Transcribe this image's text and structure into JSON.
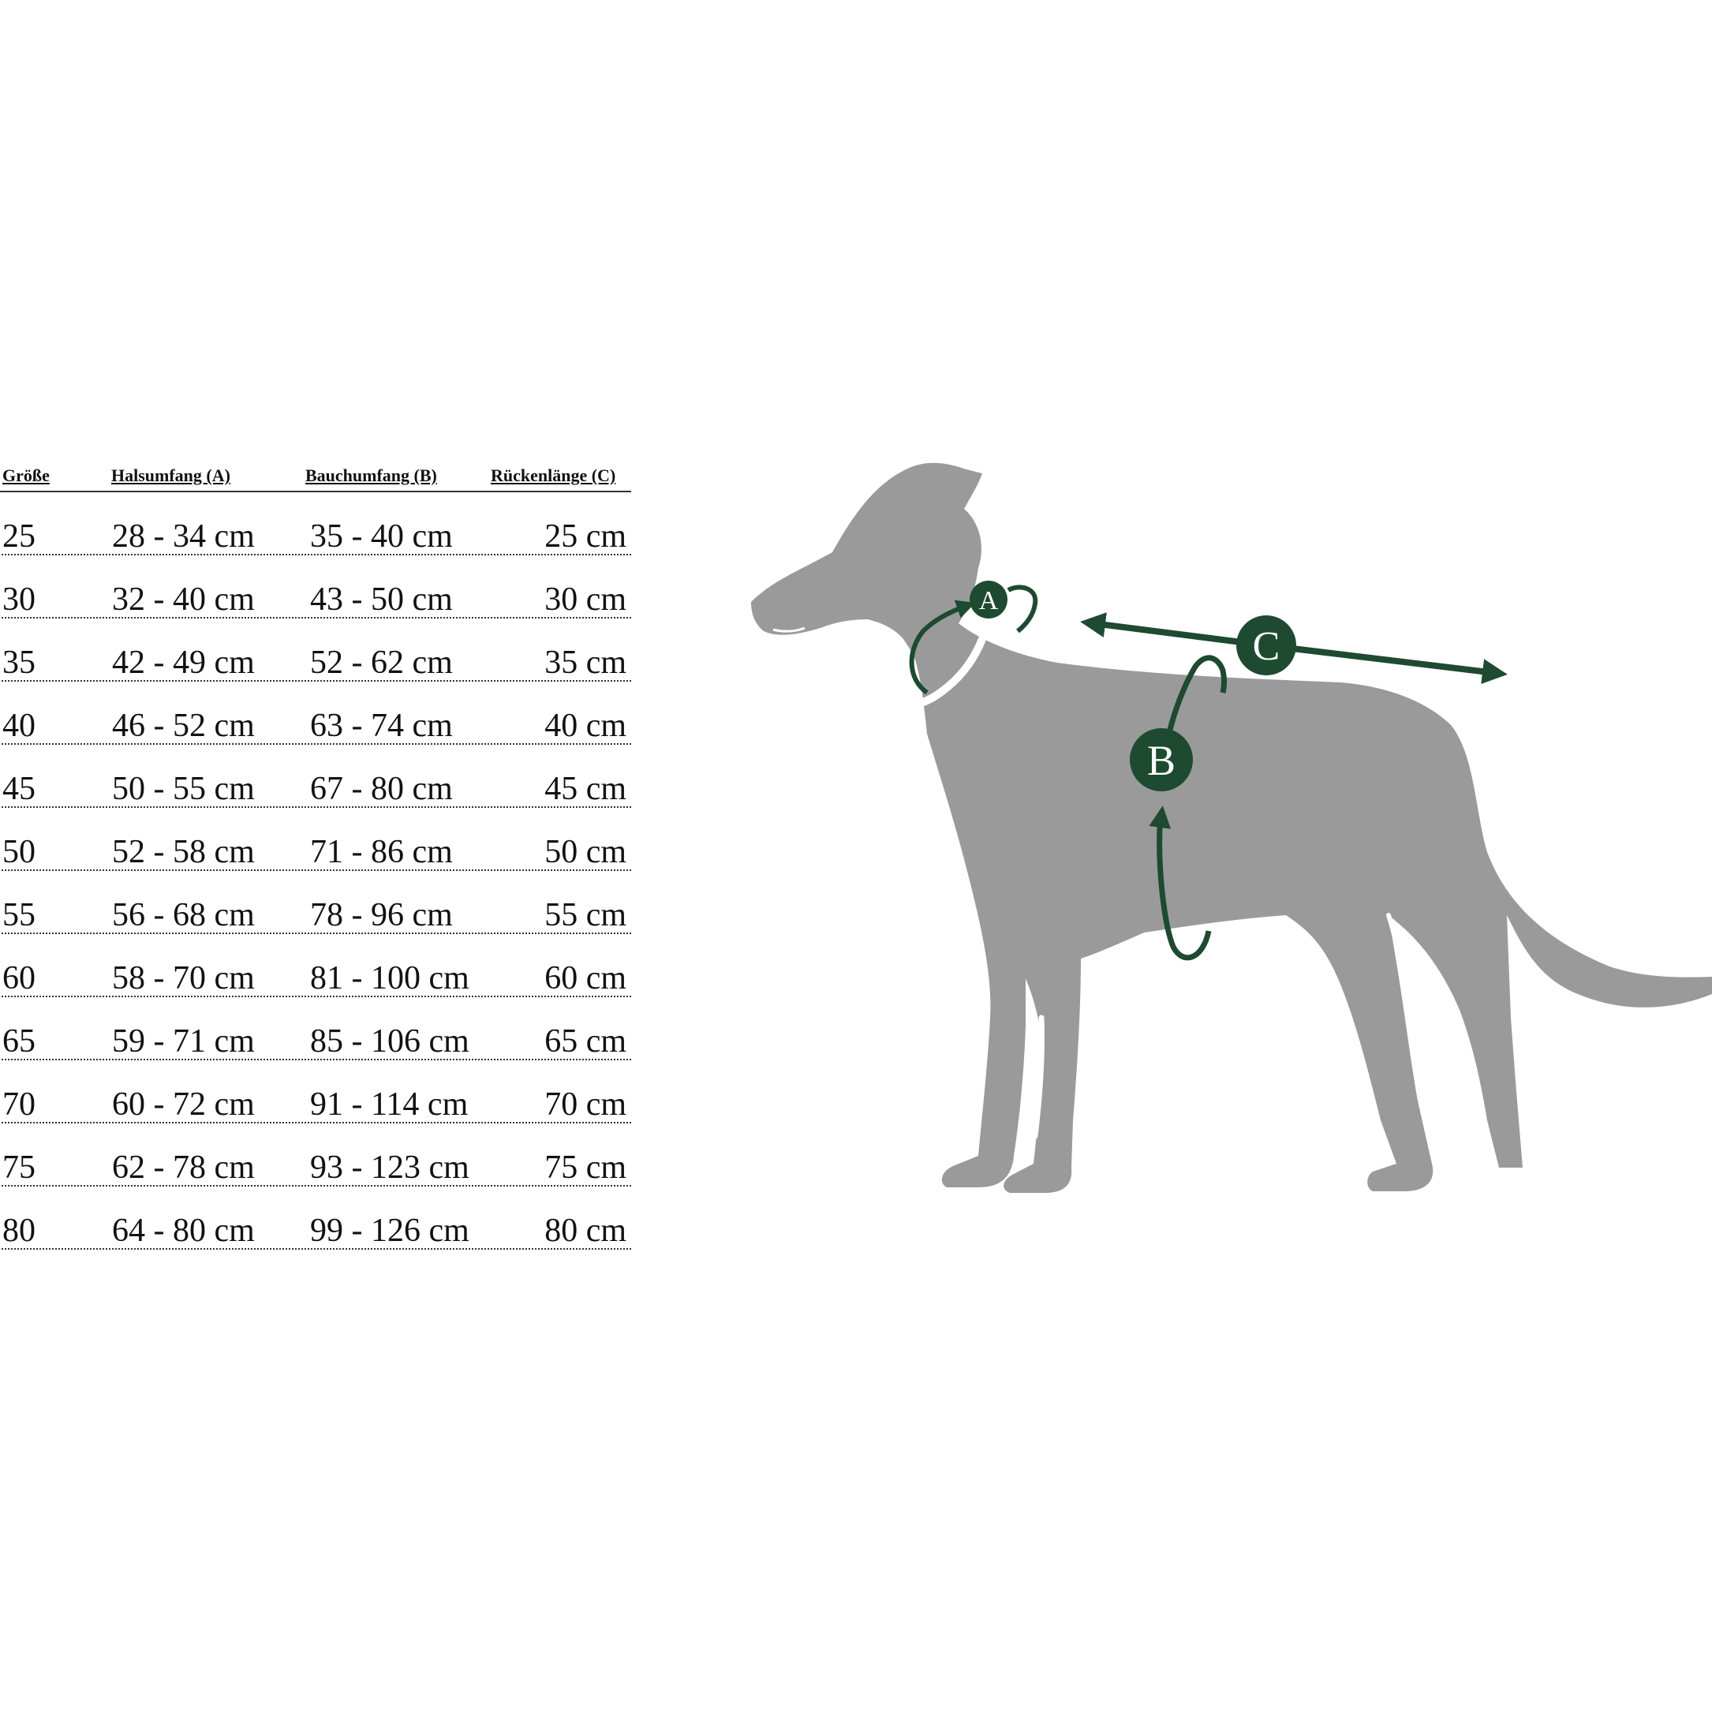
{
  "table": {
    "headers": [
      "Größe",
      "Halsumfang (A)",
      "Bauchumfang (B)",
      "Rückenlänge (C)"
    ],
    "rows": [
      [
        "25",
        "28 - 34 cm",
        "35 - 40 cm",
        "25 cm"
      ],
      [
        "30",
        "32 - 40 cm",
        "43 - 50 cm",
        "30 cm"
      ],
      [
        "35",
        "42 - 49 cm",
        "52 - 62 cm",
        "35 cm"
      ],
      [
        "40",
        "46 - 52 cm",
        "63 - 74 cm",
        "40 cm"
      ],
      [
        "45",
        "50 - 55 cm",
        "67 - 80 cm",
        "45 cm"
      ],
      [
        "50",
        "52 - 58 cm",
        "71 - 86 cm",
        "50 cm"
      ],
      [
        "55",
        "56 - 68 cm",
        "78 - 96 cm",
        "55 cm"
      ],
      [
        "60",
        "58 - 70 cm",
        "81 - 100 cm",
        "60 cm"
      ],
      [
        "65",
        "59 - 71 cm",
        "85 - 106 cm",
        "65 cm"
      ],
      [
        "70",
        "60 - 72 cm",
        "91 - 114 cm",
        "70 cm"
      ],
      [
        "75",
        "62 - 78 cm",
        "93 - 123 cm",
        "75 cm"
      ],
      [
        "80",
        "64 - 80 cm",
        "99 - 126 cm",
        "80 cm"
      ]
    ]
  },
  "diagram": {
    "labels": {
      "neck": "A",
      "chest": "B",
      "back": "C"
    },
    "colors": {
      "dog": "#9a9a9a",
      "garment_stripe": "#ffffff",
      "marker": "#1d4a30"
    }
  }
}
